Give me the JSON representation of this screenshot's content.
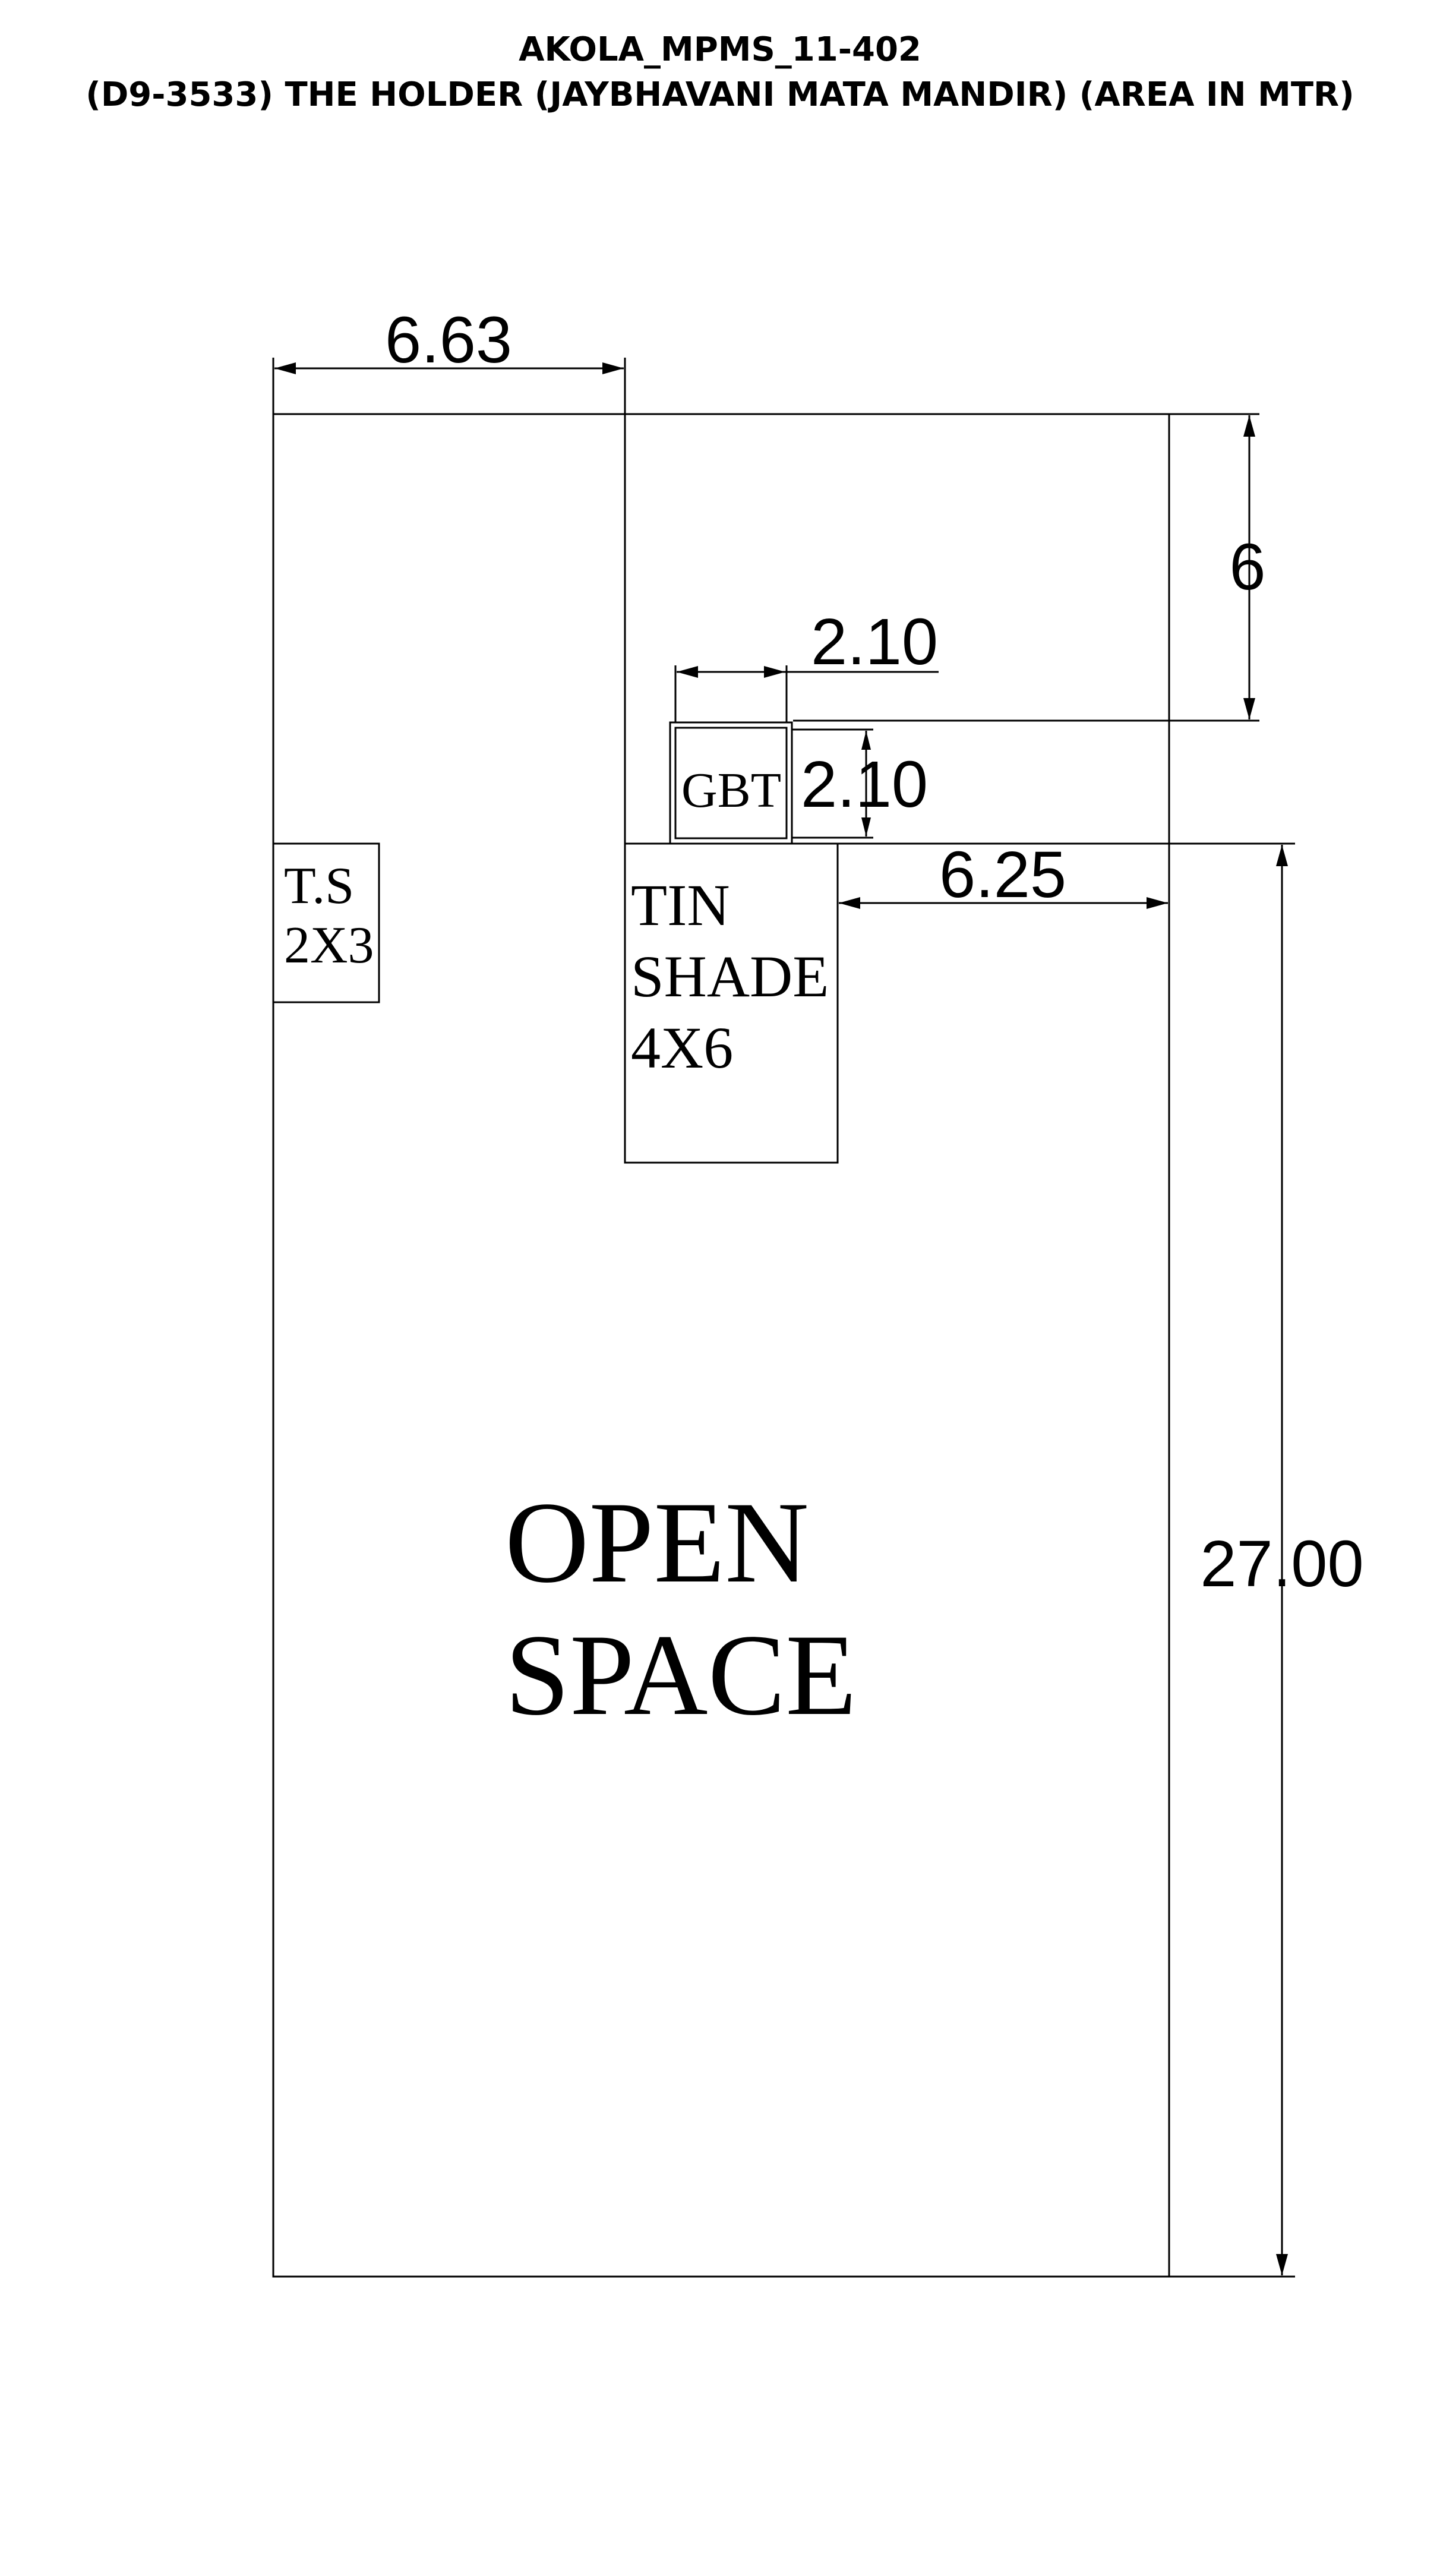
{
  "title": {
    "line1": "AKOLA_MPMS_11-402",
    "line2": "(D9-3533) THE HOLDER (JAYBHAVANI MATA MANDIR) (AREA IN MTR)"
  },
  "dimensions": {
    "top_width": "6.63",
    "right_upper": "6",
    "gbt_width": "2.10",
    "gbt_height": "2.10",
    "right_mid_width": "6.25",
    "right_length": "27.00"
  },
  "rooms": {
    "ts": {
      "line1": "T.S",
      "line2": "2X3"
    },
    "gbt": {
      "label": "GBT"
    },
    "tin_shade": {
      "line1": "TIN",
      "line2": "SHADE",
      "line3": "4X6"
    },
    "open_space": {
      "line1": "OPEN",
      "line2": "SPACE"
    }
  }
}
